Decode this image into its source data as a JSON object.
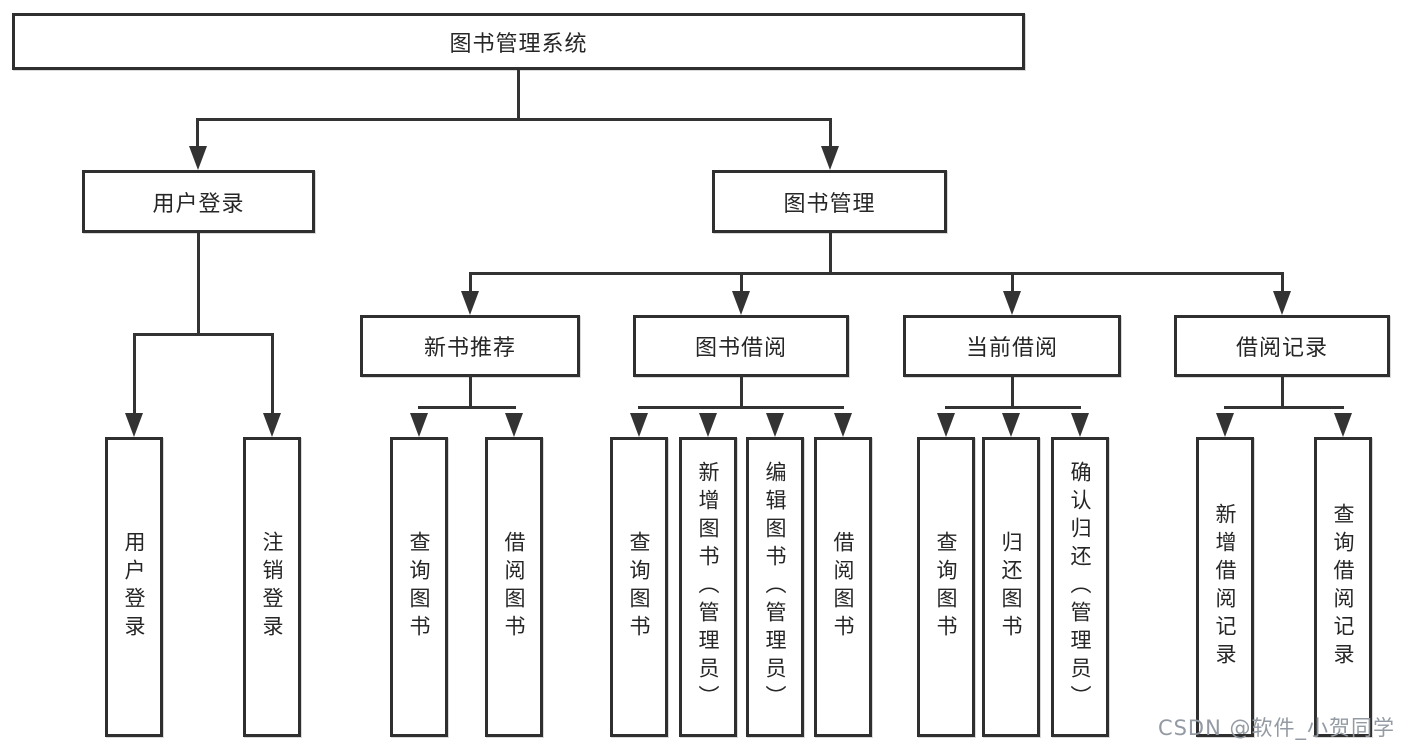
{
  "diagram": {
    "root": {
      "label": "图书管理系统"
    },
    "branches": {
      "user_login": {
        "label": "用户登录",
        "children": [
          "用户登录",
          "注销登录"
        ]
      },
      "book_management": {
        "label": "图书管理",
        "sections": {
          "new_books": {
            "label": "新书推荐",
            "children": [
              "查询图书",
              "借阅图书"
            ]
          },
          "book_borrowing": {
            "label": "图书借阅",
            "children": [
              "查询图书",
              "新增图书（管理员）",
              "编辑图书（管理员）",
              "借阅图书"
            ]
          },
          "current_borrowing": {
            "label": "当前借阅",
            "children": [
              "查询图书",
              "归还图书",
              "确认归还（管理员）"
            ]
          },
          "borrowing_records": {
            "label": "借阅记录",
            "children": [
              "新增借阅记录",
              "查询借阅记录"
            ]
          }
        }
      }
    }
  },
  "watermark": {
    "text": "CSDN @软件_小贺同学"
  },
  "colors": {
    "line": "#333333",
    "border": "#2f2f2f",
    "text": "#262626",
    "background": "#ffffff",
    "watermark": "#939aa3"
  }
}
